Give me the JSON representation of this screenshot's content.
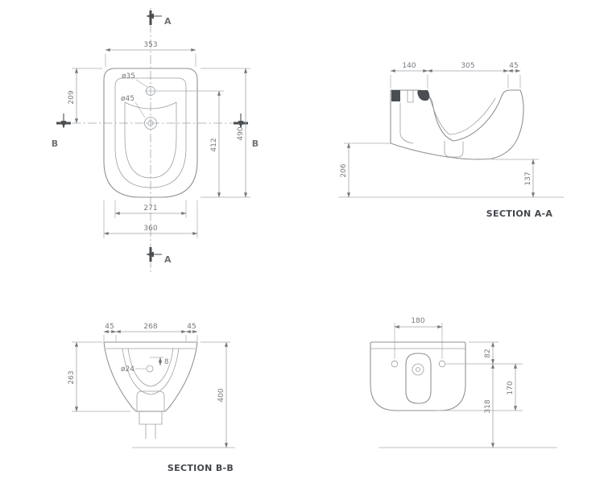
{
  "plan_view": {
    "section_marker_a": "A",
    "section_marker_b": "B",
    "dim_width_top": "353",
    "dim_height_left": "209",
    "dim_depth_inner": "412",
    "dim_depth_overall": "490",
    "dim_width_inner": "271",
    "dim_width_overall": "360",
    "label_hole_small": "ø35",
    "label_hole_large": "ø45"
  },
  "section_aa": {
    "title": "SECTION A-A",
    "dim_back": "140",
    "dim_bowl": "305",
    "dim_front": "45",
    "dim_height_back": "206",
    "dim_height_front": "137"
  },
  "section_bb": {
    "title": "SECTION B-B",
    "dim_side_left": "45",
    "dim_center": "268",
    "dim_side_right": "45",
    "dim_height_side": "263",
    "dim_height_overall": "400",
    "label_hole": "ø24",
    "dim_small": "8"
  },
  "rear_view": {
    "dim_hole_spacing": "180",
    "dim_top_to_hole": "82",
    "dim_hole_to_bottom": "170",
    "dim_floor_to_hole": "318"
  }
}
